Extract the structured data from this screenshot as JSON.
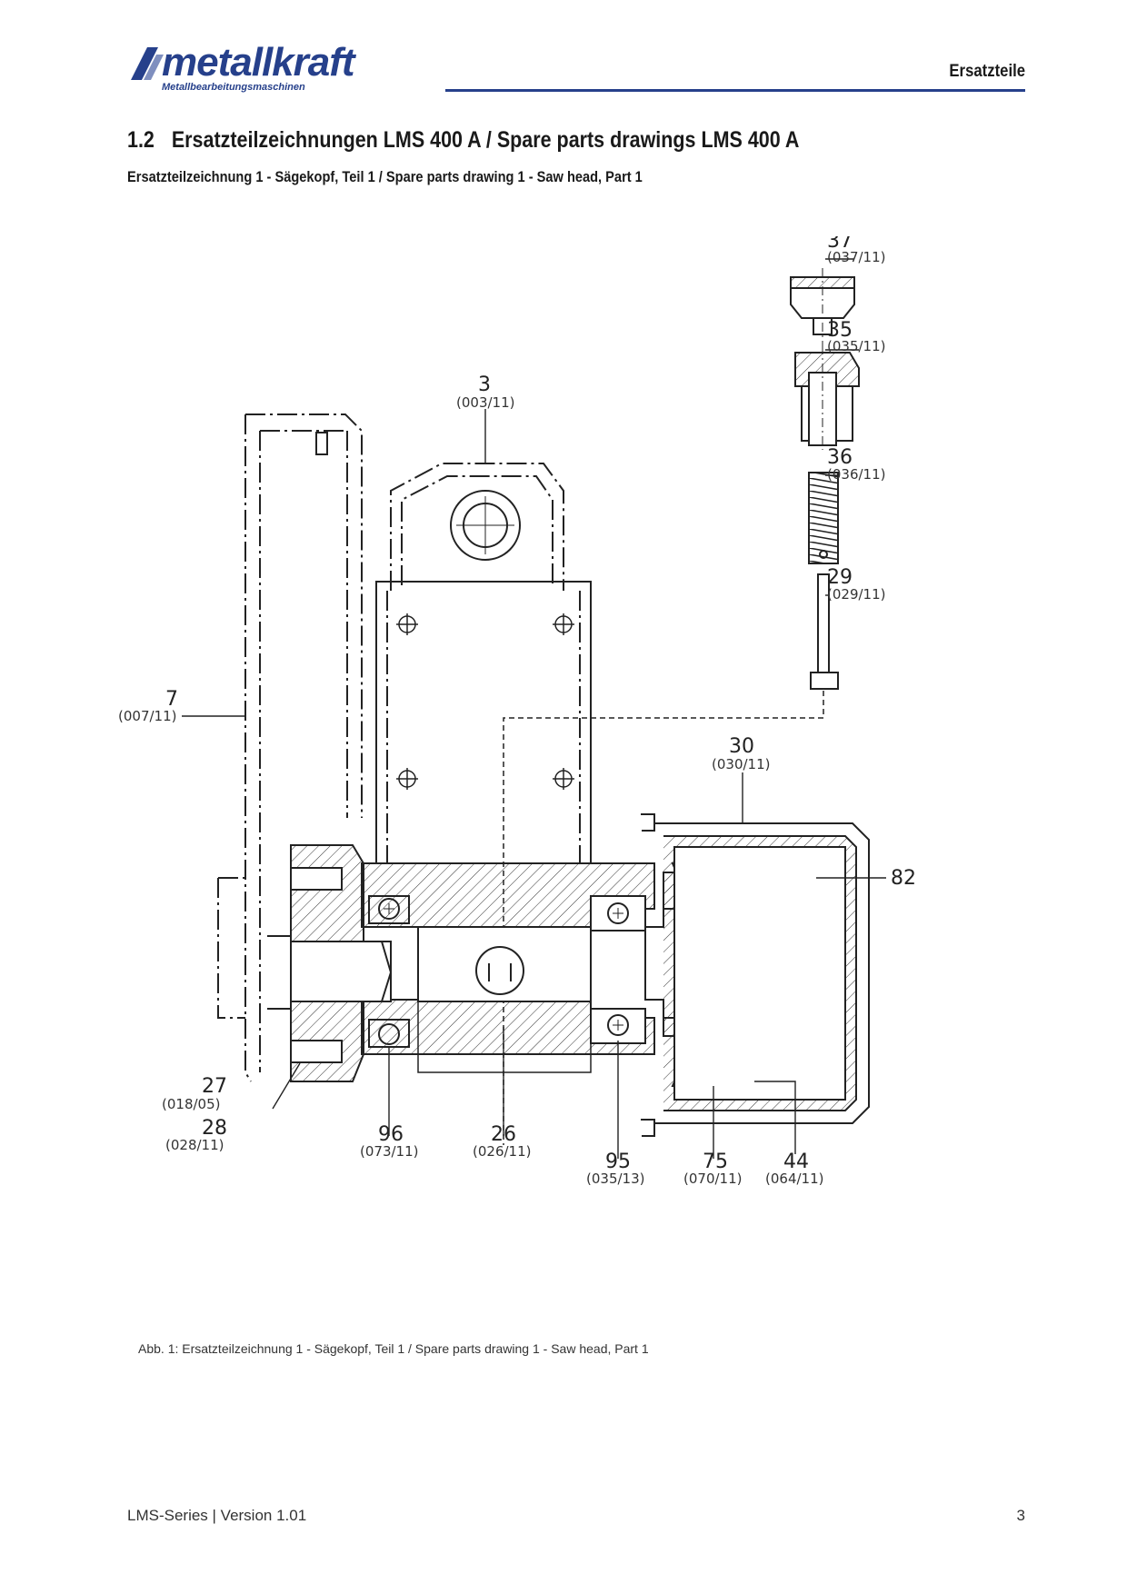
{
  "header": {
    "brand": "metallkraft",
    "brand_tagline": "Metallbearbeitungsmaschinen",
    "section_label": "Ersatzteile",
    "accent_color": "#26408b"
  },
  "section": {
    "number": "1.2",
    "title": "Ersatzteilzeichnungen LMS 400 A / Spare parts drawings LMS 400 A",
    "subtitle": "Ersatzteilzeichnung 1 - Sägekopf, Teil 1 / Spare parts drawing 1 - Saw head, Part 1"
  },
  "callouts": [
    {
      "num": "37",
      "code": "(037/11)"
    },
    {
      "num": "35",
      "code": "(035/11)"
    },
    {
      "num": "3",
      "code": "(003/11)"
    },
    {
      "num": "36",
      "code": "(036/11)"
    },
    {
      "num": "29",
      "code": "(029/11)"
    },
    {
      "num": "7",
      "code": "(007/11)"
    },
    {
      "num": "30",
      "code": "(030/11)"
    },
    {
      "num": "82",
      "code": ""
    },
    {
      "num": "27",
      "code": "(018/05)"
    },
    {
      "num": "28",
      "code": "(028/11)"
    },
    {
      "num": "96",
      "code": "(073/11)"
    },
    {
      "num": "26",
      "code": "(026/11)"
    },
    {
      "num": "95",
      "code": "(035/13)"
    },
    {
      "num": "75",
      "code": "(070/11)"
    },
    {
      "num": "44",
      "code": "(064/11)"
    }
  ],
  "caption": "Abb. 1: Ersatzteilzeichnung 1 - Sägekopf, Teil 1 / Spare parts drawing 1 - Saw head, Part 1",
  "footer": {
    "left": "LMS-Series | Version 1.01",
    "page_number": "3"
  }
}
